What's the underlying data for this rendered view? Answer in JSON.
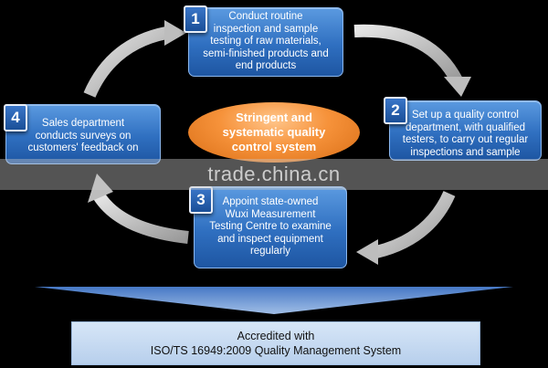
{
  "steps": [
    {
      "number": "1",
      "text": "Conduct routine\ninspection and sample\ntesting of raw materials,\nsemi-finished products and\nend products"
    },
    {
      "number": "2",
      "text": "Set up a quality control\ndepartment, with qualified\ntesters, to carry out regular\ninspections and sample"
    },
    {
      "number": "3",
      "text": "Appoint state-owned\nWuxi Measurement\nTesting Centre to examine\nand inspect equipment\nregularly"
    },
    {
      "number": "4",
      "text": "Sales department\nconducts surveys on\ncustomers' feedback on"
    }
  ],
  "center": {
    "text": "Stringent and\nsystematic quality\ncontrol system"
  },
  "watermark": "trade.china.cn",
  "accreditation": {
    "line1": "Accredited with",
    "line2": "ISO/TS 16949:2009 Quality Management System"
  },
  "colors": {
    "box_blue": "#2f6fc0",
    "center_orange": "#f6923a",
    "arrow_gray": "#c8c8c8",
    "funnel_blue": "#6f9fe0"
  }
}
